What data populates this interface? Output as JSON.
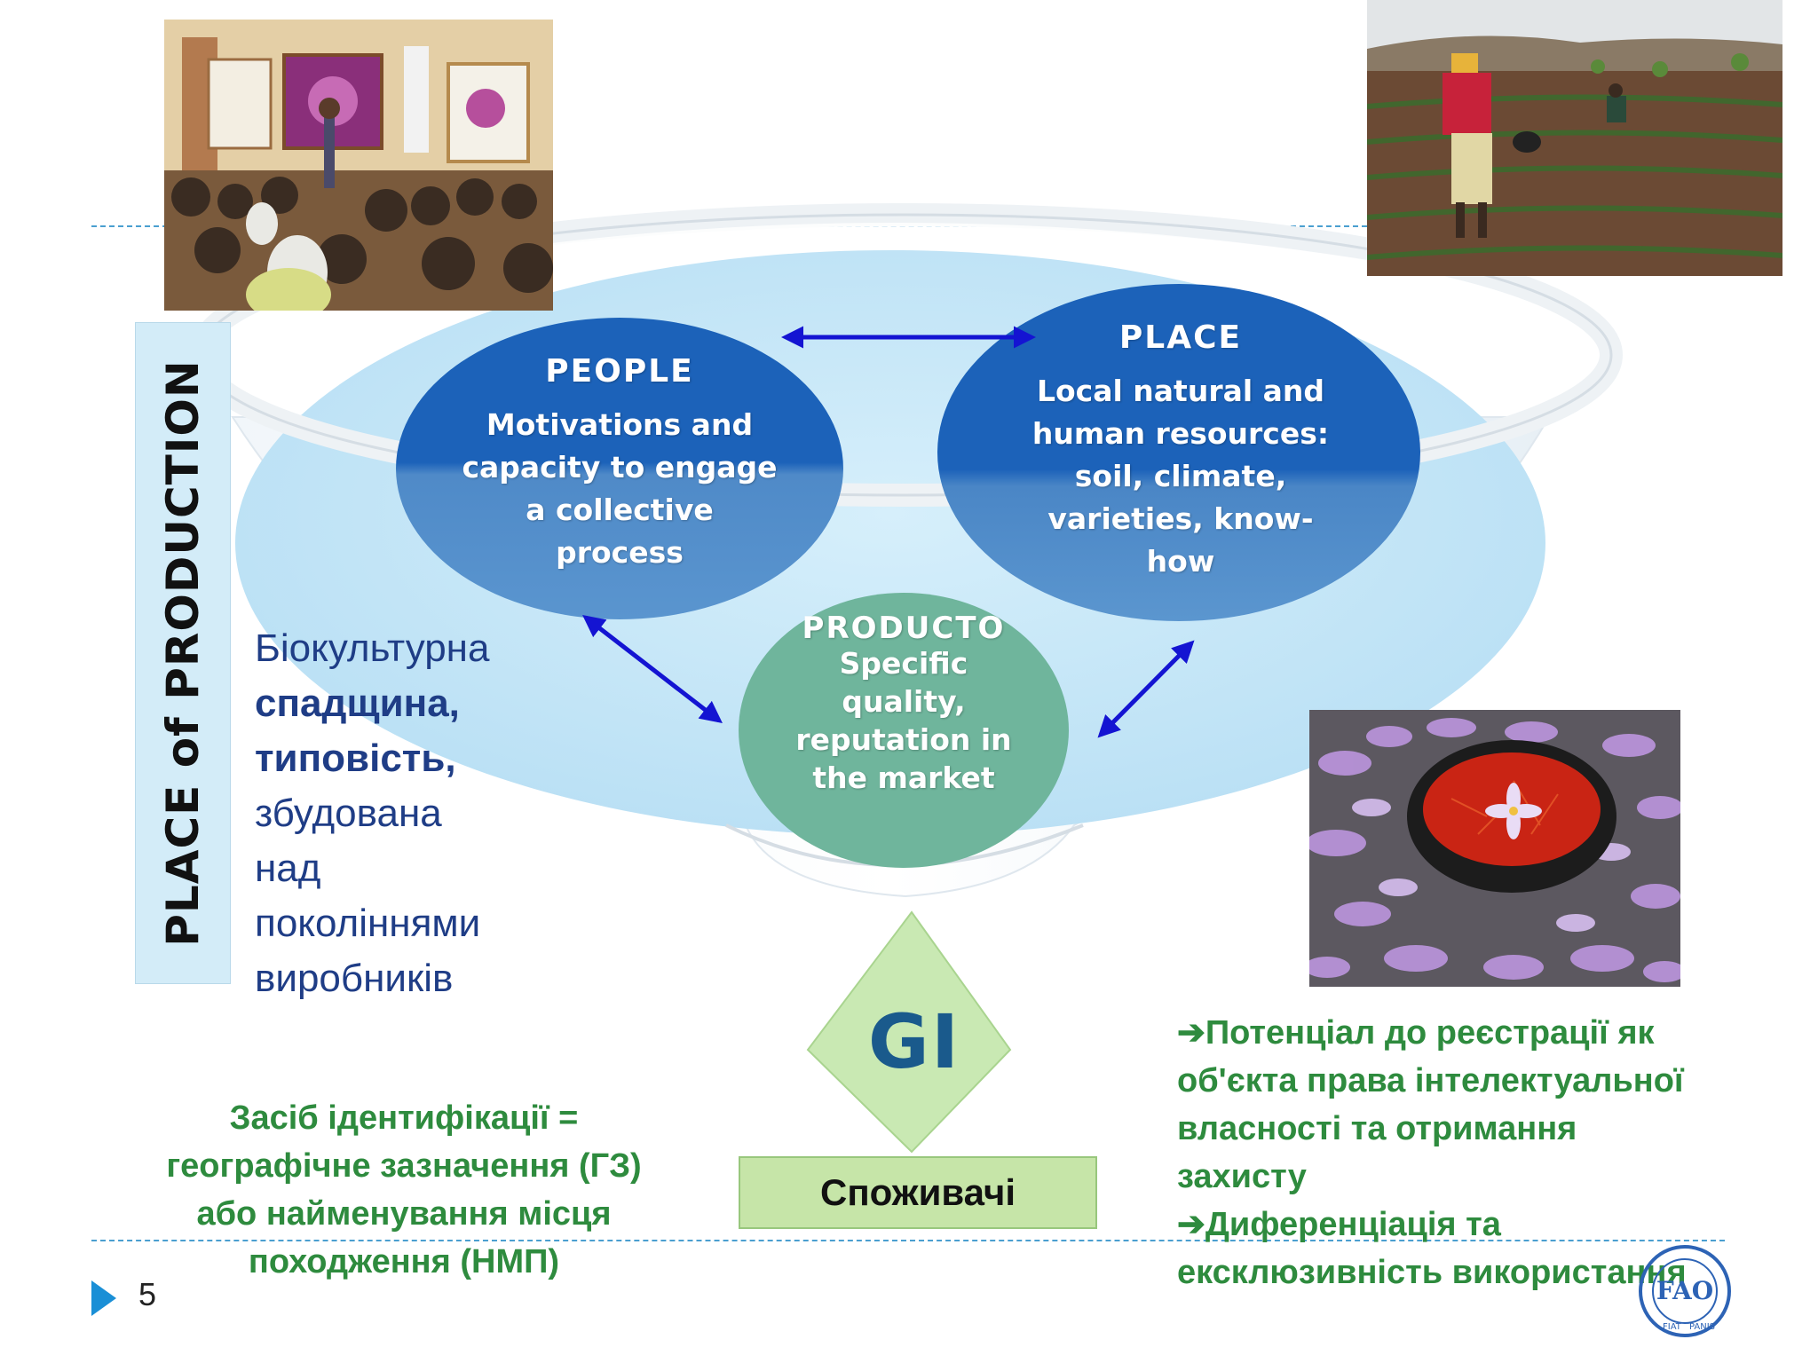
{
  "diagram": {
    "people": {
      "title": "PEOPLE",
      "lines": [
        "Motivations and",
        "capacity to engage",
        "a collective",
        "process"
      ]
    },
    "place": {
      "title": "PLACE",
      "lines": [
        "Local natural and",
        "human resources:",
        "soil, climate,",
        "varieties, know-",
        "how"
      ]
    },
    "product": {
      "title": "PRODUCTO",
      "lines": [
        "Specific",
        "quality,",
        "reputation in",
        "the market"
      ]
    },
    "gi_label": "GI",
    "consumers_label": "Споживачі"
  },
  "side_label": "PLACE of PRODUCTION",
  "heritage": {
    "line1": "Біокультурна",
    "line2": "спадщина,",
    "line3": "типовість,",
    "line4": "збудована",
    "line5": "над",
    "line6": "поколіннями",
    "line7": "виробників"
  },
  "identification": {
    "line1": "Засіб ідентифікації =",
    "line2": "географічне зазначення (ГЗ)",
    "line3": "або найменування місця",
    "line4": "походження (НМП)"
  },
  "potential": {
    "line1": "Потенціал до реєстрації як",
    "line2": "об'єкта  права інтелектуальної",
    "line3": "власності та отримання",
    "line4": "захисту",
    "line5": "Диференціація та",
    "line6": "ексклюзивність використання"
  },
  "slide_number": "5",
  "logo_text": "FIAT PANIS",
  "colors": {
    "accent_blue": "#1c62b9",
    "circle_green": "#6fb59c",
    "text_green": "#2e8b3e",
    "text_navy": "#1f3d86",
    "bowl_blue": "#bfe3f7",
    "gi_green": "#c9e9b3"
  },
  "icons": {
    "arrow": "right-arrow-icon",
    "slide_marker": "triangle-icon",
    "logo": "fao-logo-icon"
  }
}
